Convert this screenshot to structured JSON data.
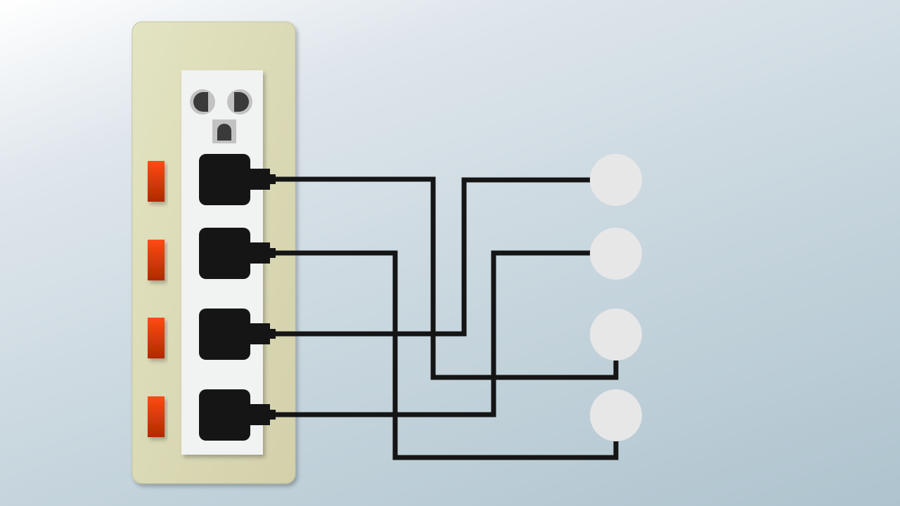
{
  "colors": {
    "strip_body": "#dcdbb6",
    "strip_border": "#c9c6a2",
    "panel": "#f1f2f2",
    "plug": "#151515",
    "wire": "#151515",
    "switch_top": "#ff4a14",
    "switch_bottom": "#b02a00",
    "bulb": "#e8e7e7",
    "socket_hole": "#3a3a3a",
    "socket_rim": "#b9b9b9"
  },
  "icons": {
    "socket": "wall-socket-icon",
    "plug": "plug-icon",
    "switch": "power-switch-icon",
    "bulb": "lamp-icon"
  },
  "puzzle": {
    "plug_count": 4,
    "lamp_count": 4,
    "connections": [
      {
        "plug": 1,
        "lamp": 3
      },
      {
        "plug": 2,
        "lamp": 4
      },
      {
        "plug": 3,
        "lamp": 1
      },
      {
        "plug": 4,
        "lamp": 2
      }
    ]
  }
}
